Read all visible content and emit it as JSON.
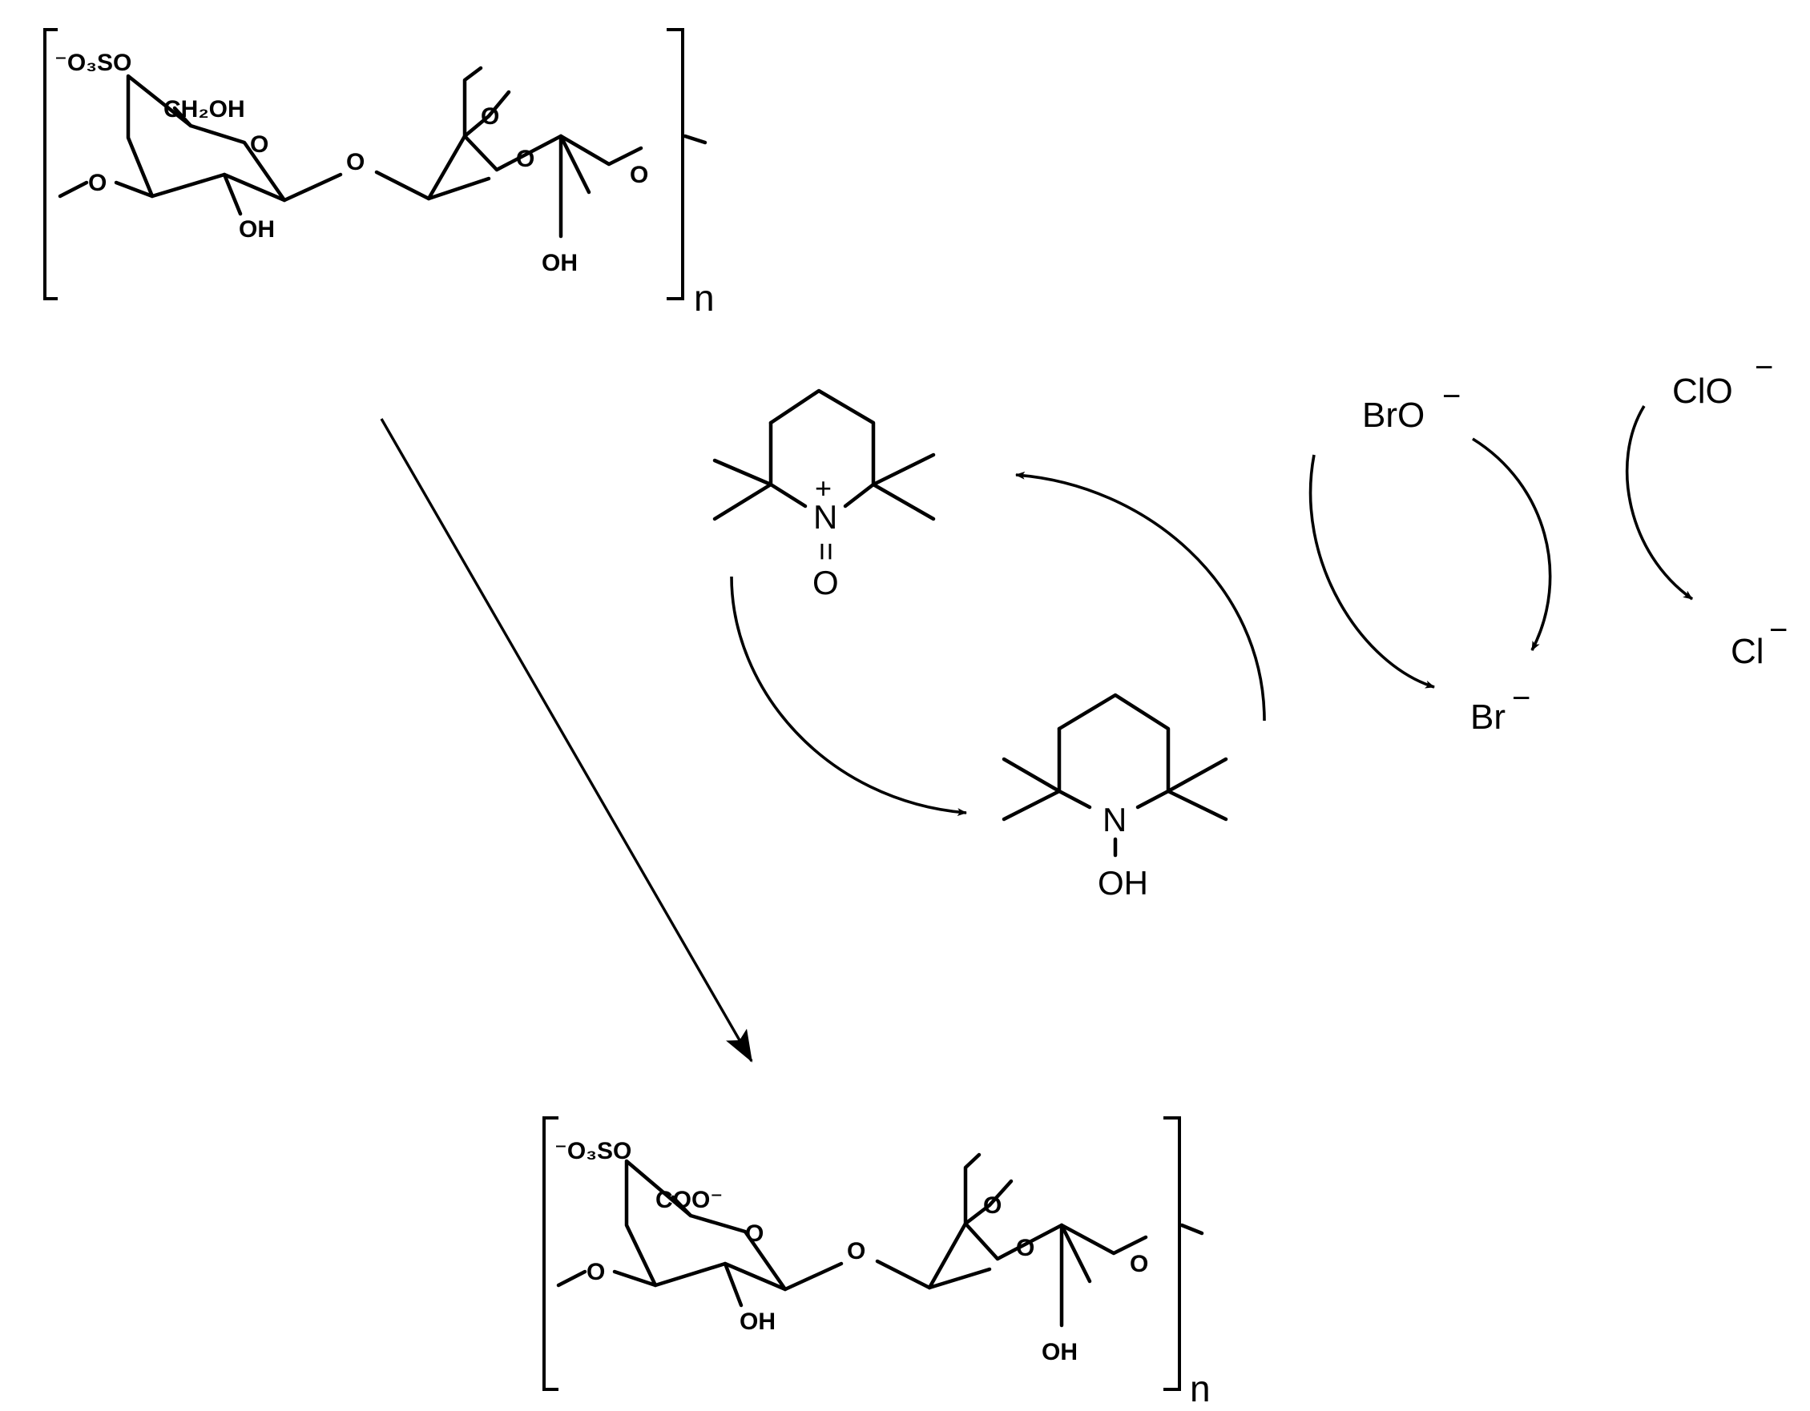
{
  "reactant": {
    "sulfate": "⁻O₃SO",
    "hydroxymethyl": "CH₂OH",
    "ring_oxygen": "O",
    "hydroxyl": "OH",
    "repeat_unit": "n"
  },
  "product": {
    "sulfate": "⁻O₃SO",
    "carboxylate": "COO⁻",
    "ring_oxygen": "O",
    "hydroxyl": "OH",
    "repeat_unit": "n"
  },
  "catalyst": {
    "oxoammonium_n": "N",
    "charge_plus": "+",
    "double_bond": "=",
    "oxoammonium_o": "O",
    "hydroxylamine_n": "N",
    "hydroxylamine_oh": "OH"
  },
  "oxidants": {
    "hypobromite": "BrO",
    "bromide": "Br",
    "hypochlorite": "ClO",
    "chloride": "Cl",
    "charge_minus": "−"
  },
  "colors": {
    "ink": "#000000",
    "background": "#ffffff"
  }
}
